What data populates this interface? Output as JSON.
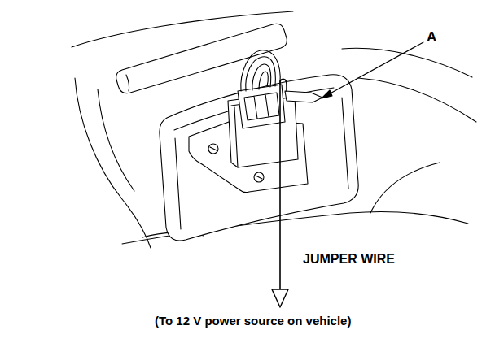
{
  "diagram": {
    "labels": [
      "A",
      "JUMPER WIRE",
      "(To 12 V power source on vehicle)"
    ]
  }
}
